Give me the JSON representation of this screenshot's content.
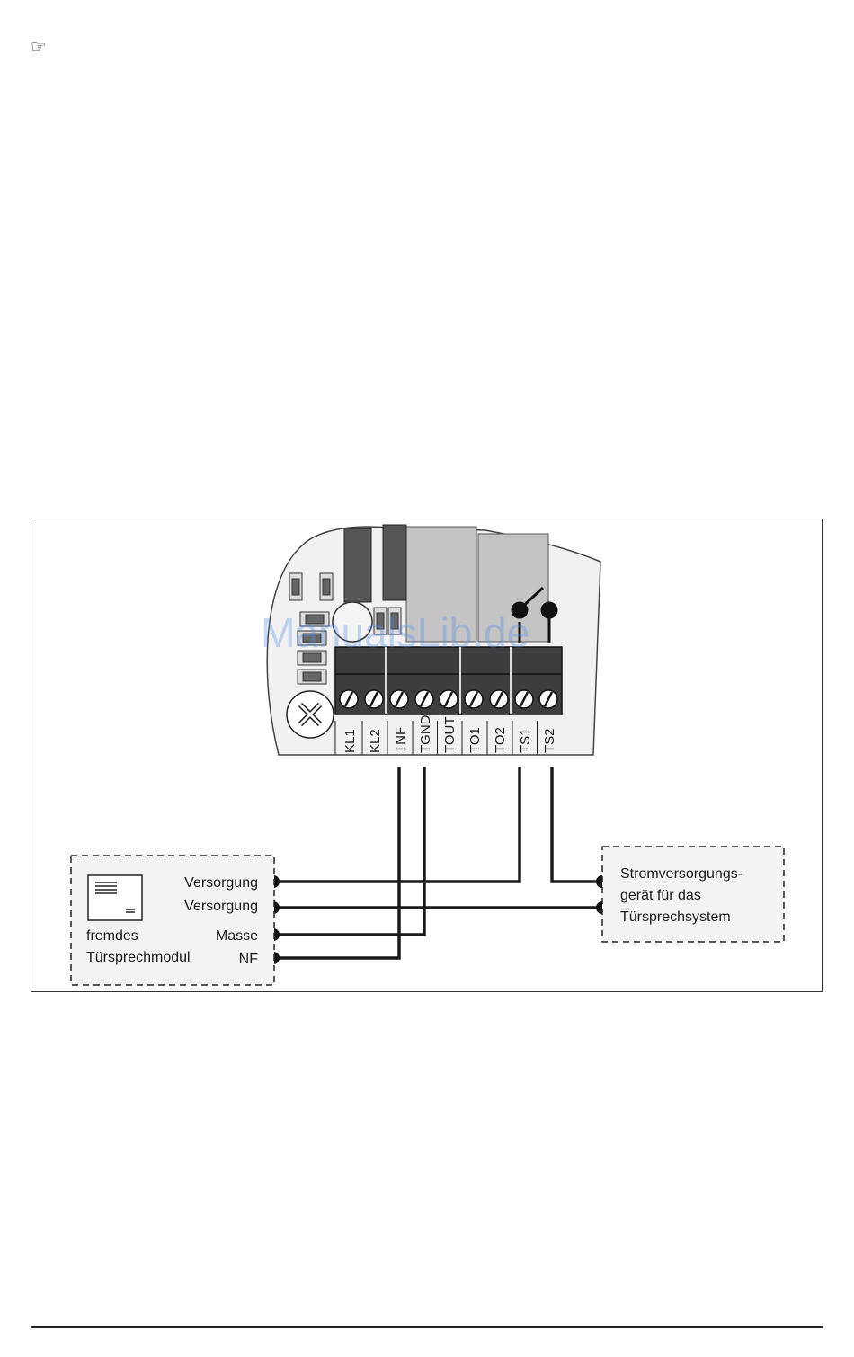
{
  "hint_icon": "pointing-hand-icon",
  "terminals": [
    "KL1",
    "KL2",
    "TNF",
    "TGND",
    "TOUT",
    "TO1",
    "TO2",
    "TS1",
    "TS2"
  ],
  "left_box": {
    "title_line1": "fremdes",
    "title_line2": "Türsprechmodul",
    "labels": [
      "Versorgung",
      "Versorgung",
      "Masse",
      "NF"
    ]
  },
  "right_box": {
    "line1": "Stromversorgungs-",
    "line2": "gerät für das",
    "line3": "Türsprechsystem"
  },
  "watermark": "ManualsLib.de"
}
